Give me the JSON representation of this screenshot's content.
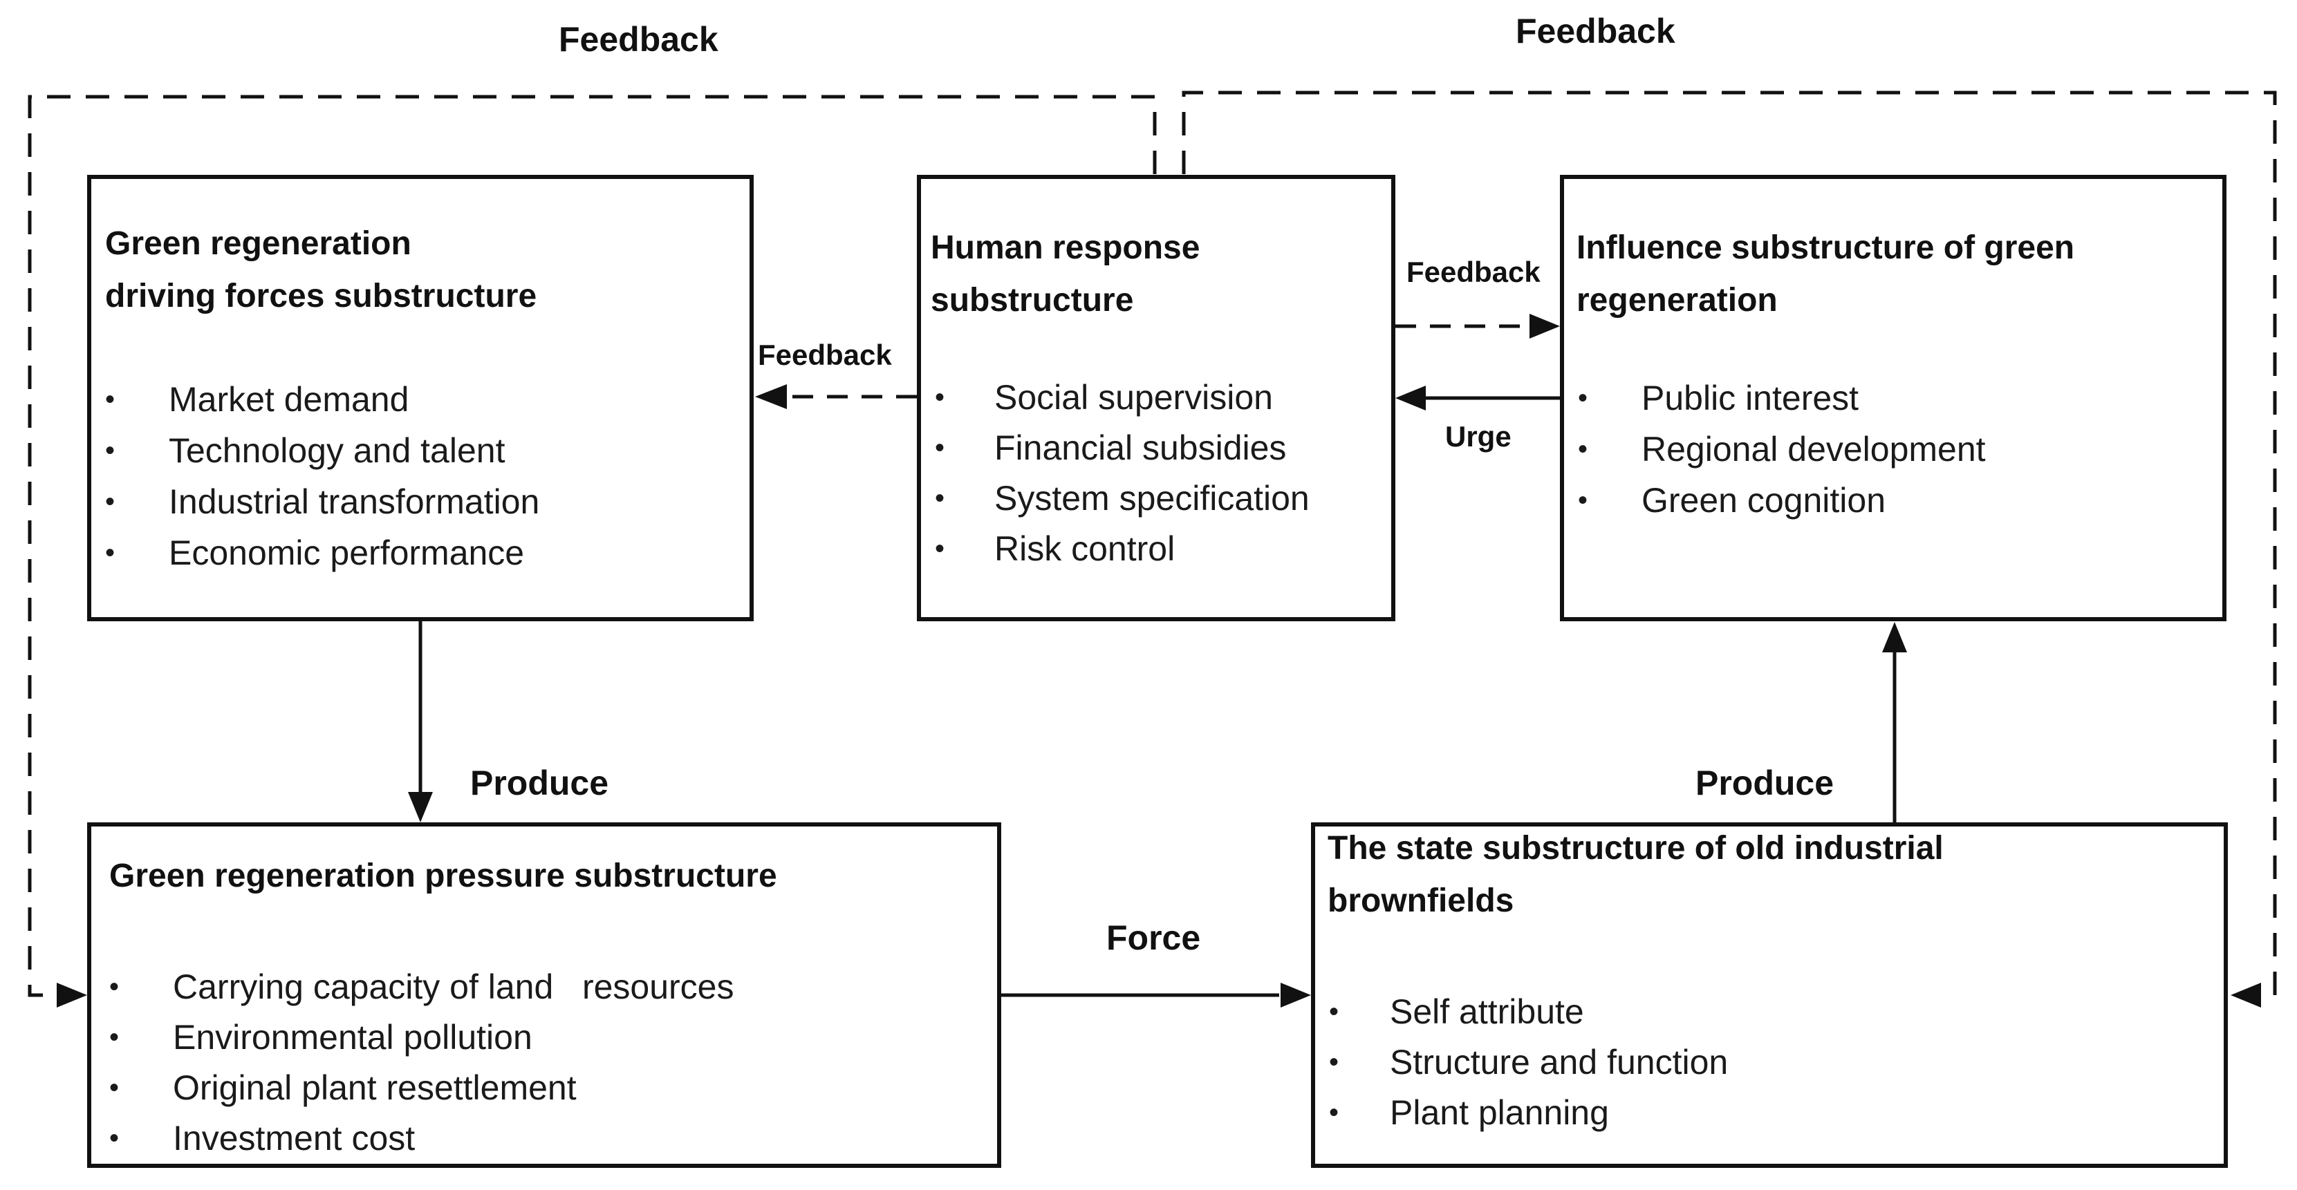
{
  "boxes": {
    "driving": {
      "title_lines": [
        "Green regeneration",
        "driving forces substructure"
      ],
      "items": [
        "Market demand",
        "Technology and talent",
        "Industrial transformation",
        "Economic performance"
      ]
    },
    "human": {
      "title_lines": [
        "Human response",
        "substructure"
      ],
      "items": [
        "Social supervision",
        "Financial subsidies",
        "System specification",
        "Risk control"
      ]
    },
    "influence": {
      "title_lines": [
        "Influence substructure of green",
        "regeneration"
      ],
      "items": [
        "Public interest",
        "Regional development",
        "Green cognition"
      ]
    },
    "pressure": {
      "title_lines": [
        "Green regeneration pressure substructure"
      ],
      "items": [
        "Carrying capacity of land   resources",
        "Environmental pollution",
        "Original plant resettlement",
        "Investment cost"
      ]
    },
    "state": {
      "title_lines": [
        "The state substructure of old industrial",
        "brownfields"
      ],
      "items": [
        "Self attribute",
        "Structure and function",
        "Plant planning"
      ]
    }
  },
  "bullet_glyph": "•",
  "edge_labels": {
    "feedback_top_left": "Feedback",
    "feedback_top_right": "Feedback",
    "feedback_to_driving": "Feedback",
    "feedback_to_influence": "Feedback",
    "urge": "Urge",
    "produce_left": "Produce",
    "produce_right": "Produce",
    "force": "Force"
  },
  "colors": {
    "line": "#111111",
    "background": "#ffffff"
  }
}
